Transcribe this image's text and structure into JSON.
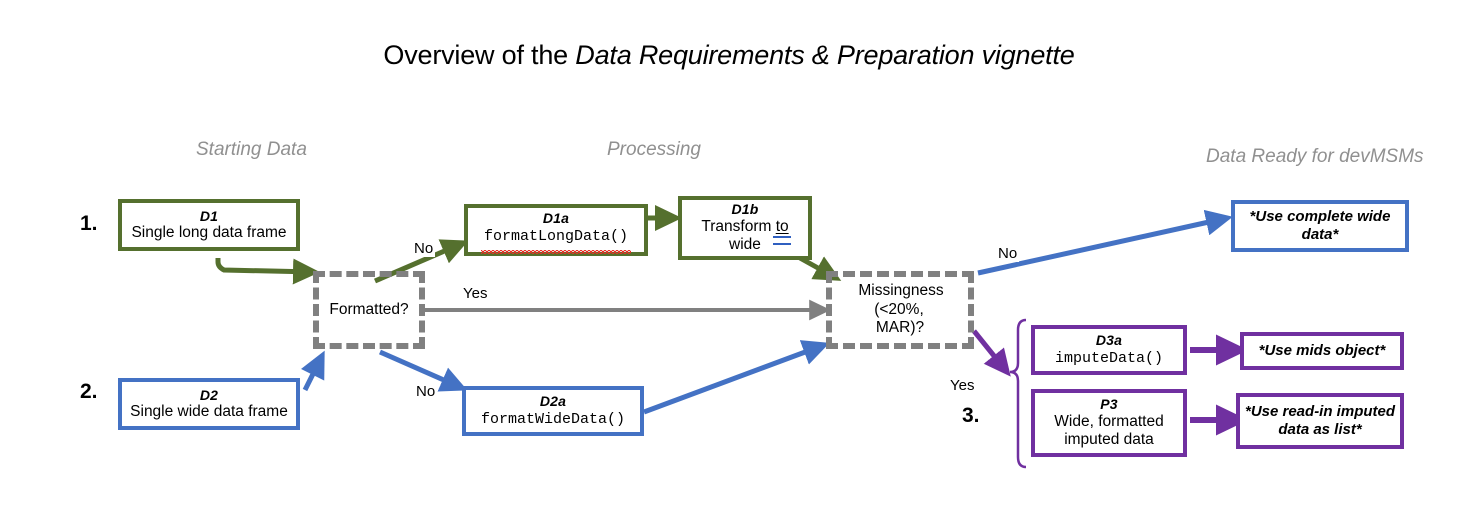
{
  "title": {
    "prefix": "Overview of the ",
    "emphasis": "Data Requirements & Preparation vignette"
  },
  "colors": {
    "green": "#55702E",
    "blue": "#4472C4",
    "purple": "#7030A0",
    "gray": "#808080",
    "header_gray": "#909090",
    "squiggle_red": "#e53228"
  },
  "columns": [
    {
      "label": "Starting Data"
    },
    {
      "label": "Processing"
    },
    {
      "label": "Data Ready for devMSMs"
    }
  ],
  "steps": [
    {
      "label": "1."
    },
    {
      "label": "2."
    },
    {
      "label": "3."
    }
  ],
  "nodes": {
    "d1": {
      "id": "D1",
      "body": "Single long data frame",
      "color": "green"
    },
    "d1a": {
      "id": "D1a",
      "code": "formatLongData()",
      "color": "green",
      "spellcheck_underline": true
    },
    "d1b": {
      "id": "D1b",
      "body_pre": "Transform ",
      "body_link": "to",
      "body_post": "wide",
      "color": "green"
    },
    "d2": {
      "id": "D2",
      "body": "Single wide data frame",
      "color": "blue"
    },
    "d2a": {
      "id": "D2a",
      "code": "formatWideData()",
      "color": "blue"
    },
    "d3a": {
      "id": "D3a",
      "code": "imputeData()",
      "color": "purple"
    },
    "p3": {
      "id": "P3",
      "body_line1": "Wide, formatted",
      "body_line2": "imputed data",
      "color": "purple"
    }
  },
  "decisions": {
    "formatted": {
      "label": "Formatted?"
    },
    "missingness": {
      "line1": "Missingness (<20%,",
      "line2": "MAR)?"
    }
  },
  "outputs": {
    "complete_wide": {
      "line1": "*Use complete wide",
      "line2": "data*",
      "color": "blue"
    },
    "mids": {
      "line1": "*Use mids object*",
      "color": "purple"
    },
    "read_in": {
      "line1": "*Use read-in imputed",
      "line2": "data as list*",
      "color": "purple"
    }
  },
  "edge_labels": {
    "no_top_left": "No",
    "yes_middle": "Yes",
    "no_bottom_left": "No",
    "no_top_right": "No",
    "yes_bottom_right": "Yes"
  }
}
